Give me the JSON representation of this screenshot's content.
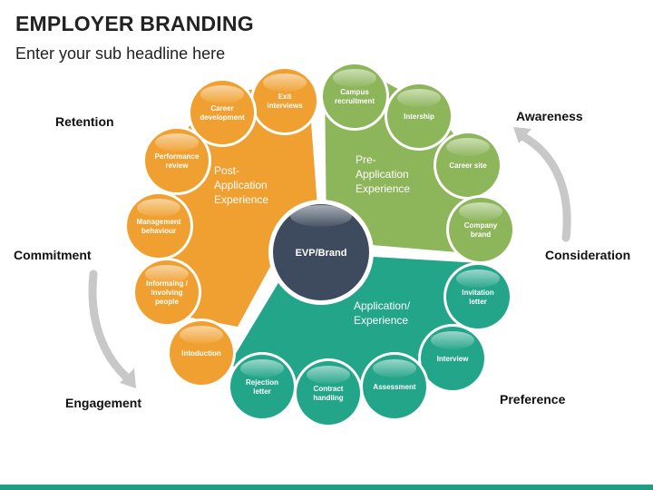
{
  "header": {
    "title": "EMPLOYER BRANDING",
    "subtitle": "Enter your sub headline here"
  },
  "center": {
    "label": "EVP/Brand"
  },
  "stages": {
    "retention": "Retention",
    "awareness": "Awareness",
    "commitment": "Commitment",
    "consideration": "Consideration",
    "engagement": "Engagement",
    "preference": "Preference"
  },
  "sectors": {
    "post_application": {
      "lines": [
        "Post-",
        "Application",
        "Experience"
      ],
      "color": "#f0a030"
    },
    "pre_application": {
      "lines": [
        "Pre-",
        "Application",
        "Experience"
      ],
      "color": "#8db55a"
    },
    "application": {
      "lines": [
        "Application/",
        "Experience"
      ],
      "color": "#23a58a"
    }
  },
  "circles": {
    "orange": [
      {
        "lines": [
          "Exit",
          "interviews"
        ]
      },
      {
        "lines": [
          "Career",
          "development"
        ]
      },
      {
        "lines": [
          "Performance",
          "review"
        ]
      },
      {
        "lines": [
          "Management",
          "behaviour"
        ]
      },
      {
        "lines": [
          "Informaing /",
          "involving",
          "people"
        ]
      },
      {
        "lines": [
          "Intoduction"
        ]
      }
    ],
    "green": [
      {
        "lines": [
          "Campus",
          "recruitment"
        ]
      },
      {
        "lines": [
          "Intership"
        ]
      },
      {
        "lines": [
          "Career site"
        ]
      },
      {
        "lines": [
          "Company",
          "brand"
        ]
      }
    ],
    "teal": [
      {
        "lines": [
          "Invitation",
          "letter"
        ]
      },
      {
        "lines": [
          "Interview"
        ]
      },
      {
        "lines": [
          "Assessment"
        ]
      },
      {
        "lines": [
          "Contract",
          "handling"
        ]
      },
      {
        "lines": [
          "Rejection",
          "letter"
        ]
      }
    ]
  },
  "colors": {
    "orange_circle": "#f0a030",
    "green_circle": "#8db55a",
    "teal_circle": "#23a58a",
    "center": "#3e4b5e",
    "arrow": "#c8c8c8",
    "accent_bar": "#1e9e85"
  }
}
